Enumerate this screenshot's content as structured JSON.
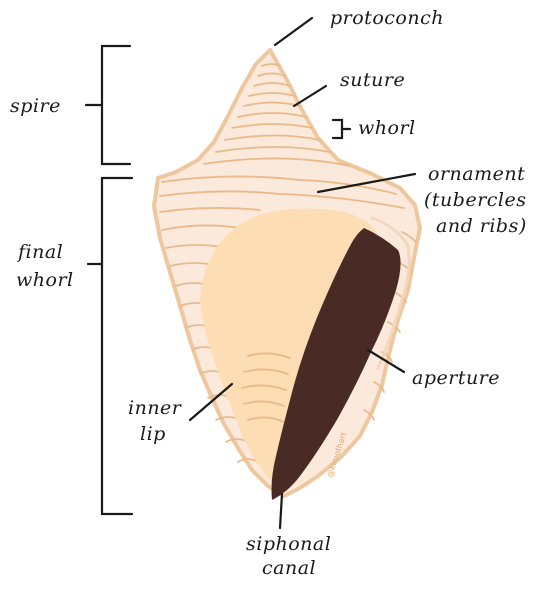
{
  "labels": {
    "protoconch": "protoconch",
    "suture": "suture",
    "whorl": "whorl",
    "spire": "spire",
    "ornament_line1": "ornament",
    "ornament_line2": "(tubercles",
    "ornament_line3": "and ribs)",
    "final_whorl_line1": "final",
    "final_whorl_line2": "whorl",
    "aperture": "aperture",
    "inner_lip_line1": "inner",
    "inner_lip_line2": "lip",
    "siphonal_canal_line1": "siphonal",
    "siphonal_canal_line2": "canal"
  },
  "credit": "@kimothart",
  "colors": {
    "shell_fill": "#fbe9dc",
    "shell_outline": "#efc79e",
    "ribs": "#e9b98a",
    "inner_lip": "#fdddb4",
    "aperture": "#4a2a25",
    "text": "#1a1a1a"
  }
}
